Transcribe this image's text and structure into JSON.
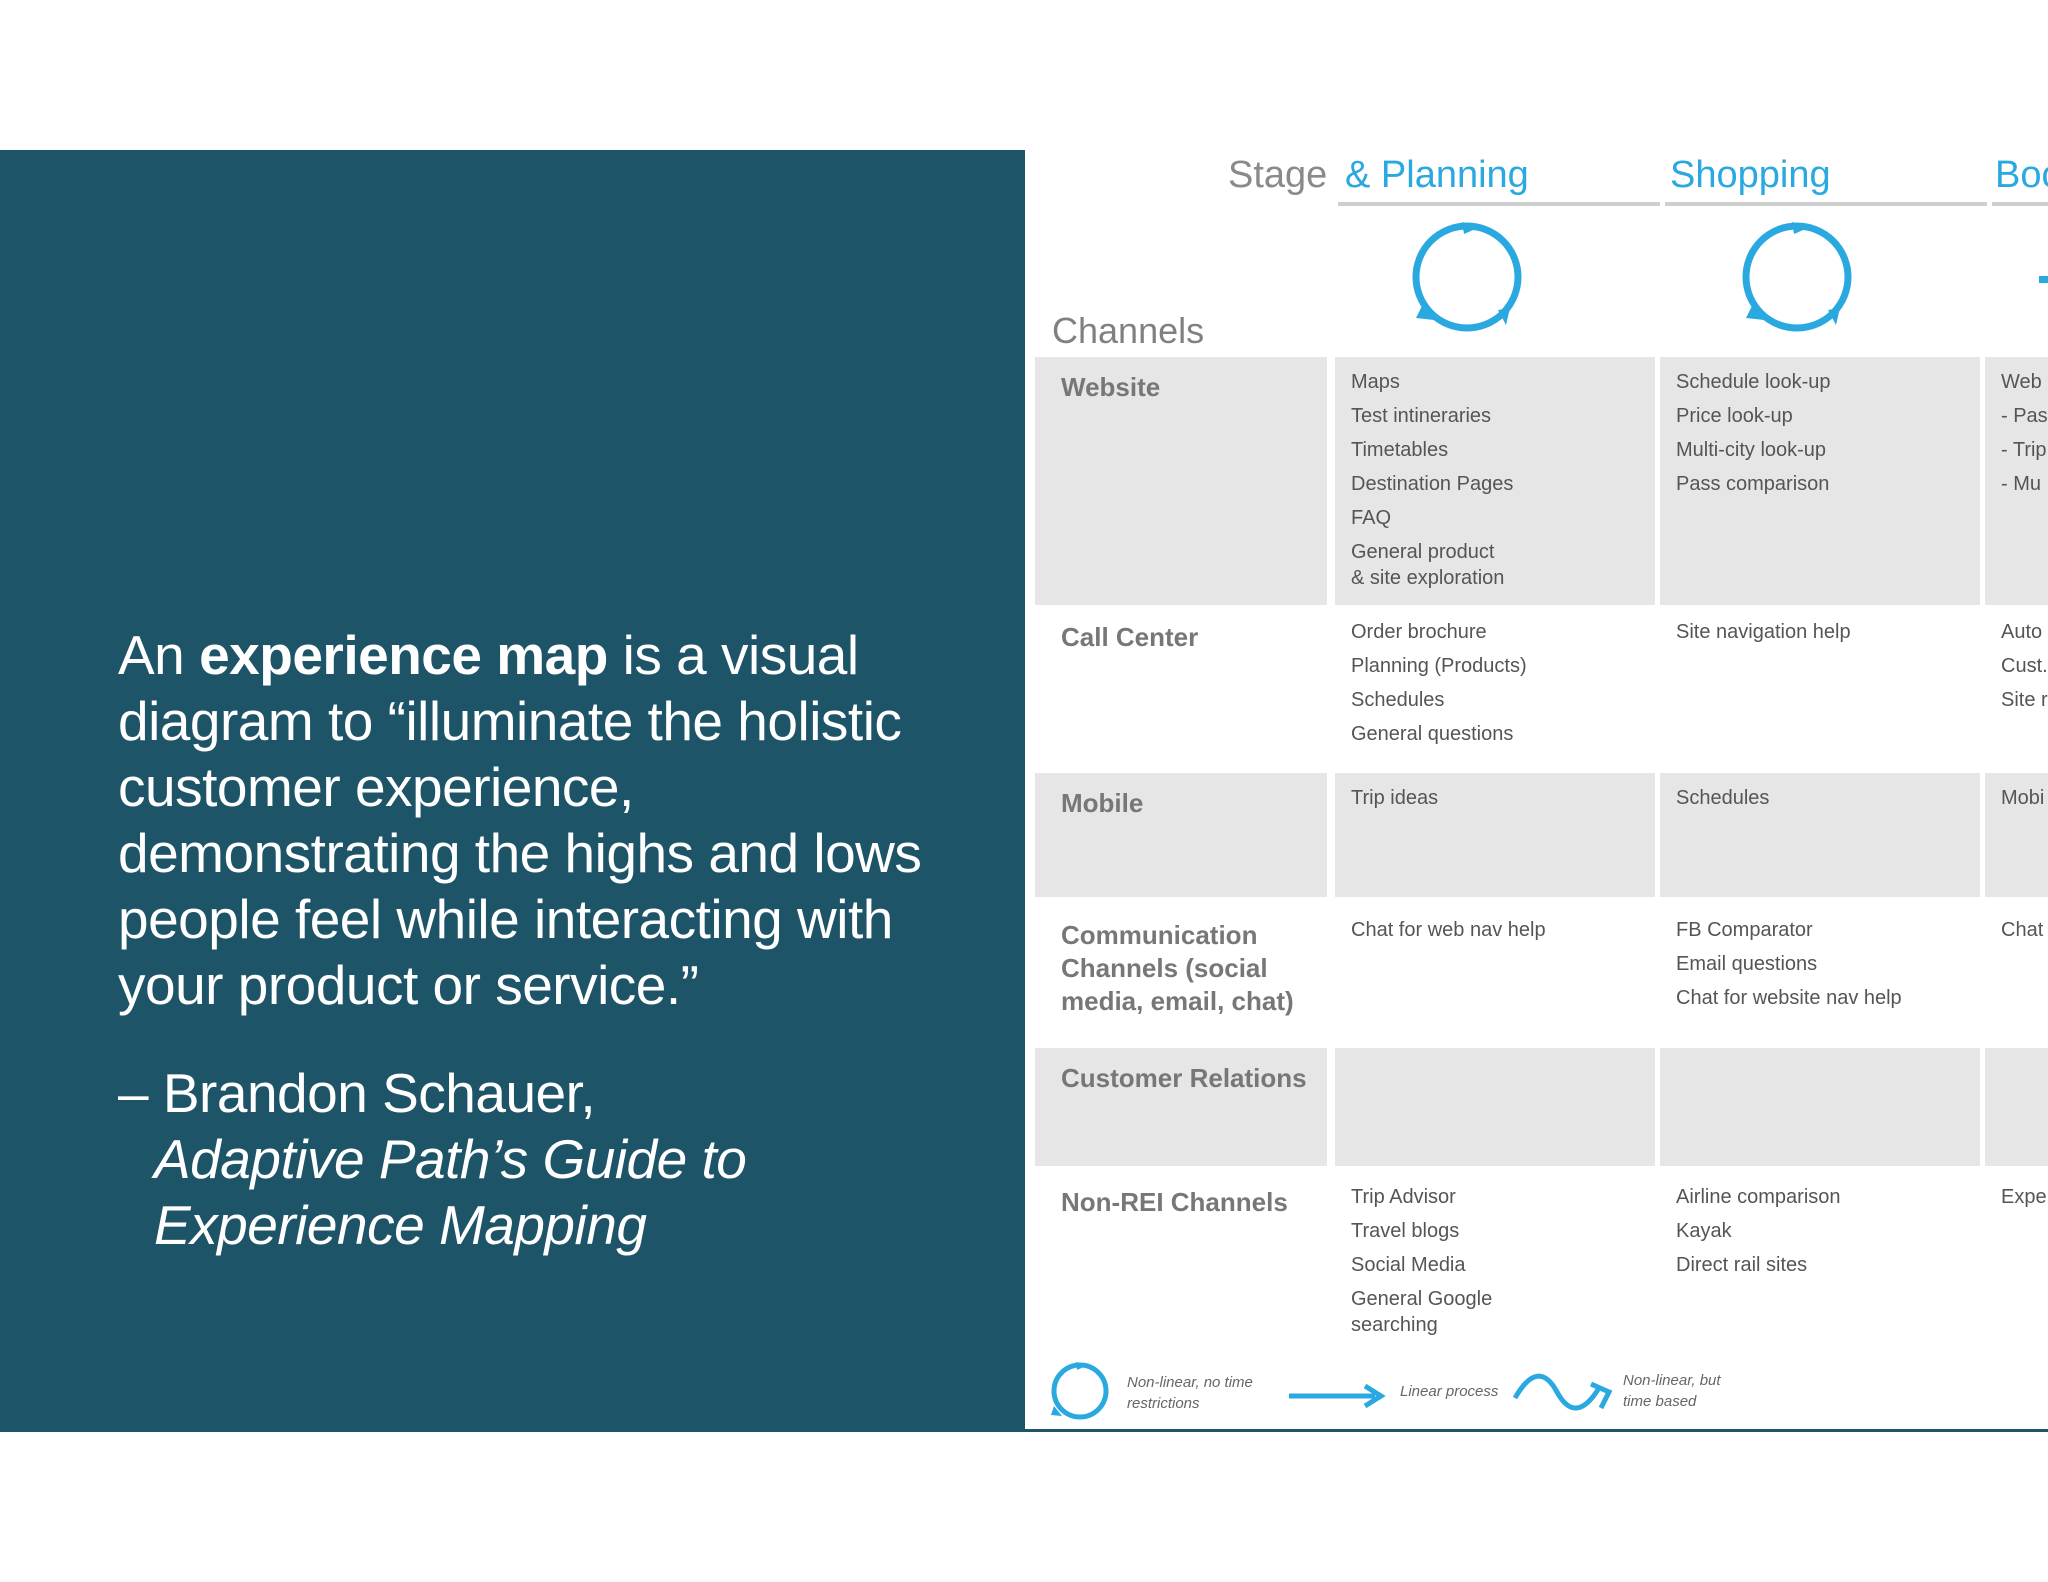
{
  "quote": {
    "pre": "An ",
    "bold": "experience map",
    "post": " is a visual diagram to “illuminate the holistic customer experience, demonstrating the highs and lows people feel while interacting with your product or service.”"
  },
  "attribution": {
    "author": "– Brandon Schauer,",
    "source_line1": "Adaptive Path’s Guide to",
    "source_line2": "Experience Mapping"
  },
  "map": {
    "stage_label": "Stage",
    "channels_label": "Channels",
    "stages": [
      "& Planning",
      "Shopping",
      "Boo"
    ],
    "rows": [
      {
        "label": "Website",
        "cells": [
          [
            "Maps",
            "Test intineraries",
            "Timetables",
            "Destination Pages",
            "FAQ",
            "General product\n& site exploration"
          ],
          [
            "Schedule look-up",
            "Price look-up",
            "Multi-city look-up",
            "Pass comparison"
          ],
          [
            "Web",
            "- Pas",
            "- Trip",
            "- Mu"
          ]
        ]
      },
      {
        "label": "Call Center",
        "cells": [
          [
            "Order brochure",
            "Planning (Products)",
            "Schedules",
            "General questions"
          ],
          [
            "Site navigation help"
          ],
          [
            "Auto",
            "Cust.",
            "Site r"
          ]
        ]
      },
      {
        "label": "Mobile",
        "cells": [
          [
            "Trip ideas"
          ],
          [
            "Schedules"
          ],
          [
            "Mobi"
          ]
        ]
      },
      {
        "label": "Communication Channels (social media, email, chat)",
        "cells": [
          [
            "Chat for web nav help"
          ],
          [
            "FB Comparator",
            "Email questions",
            "Chat for website nav help"
          ],
          [
            "Chat"
          ]
        ]
      },
      {
        "label": "Customer Relations",
        "cells": [
          [],
          [],
          []
        ]
      },
      {
        "label": "Non-REI Channels",
        "cells": [
          [
            "Trip Advisor",
            "Travel blogs",
            "Social Media",
            "General Google\nsearching"
          ],
          [
            "Airline comparison",
            "Kayak",
            "Direct rail sites"
          ],
          [
            "Expe"
          ]
        ]
      }
    ],
    "legend": {
      "cycle": "Non-linear, no time restrictions",
      "linear": "Linear process",
      "wave": "Non-linear, but time based"
    },
    "accent_color": "#2aa8e0",
    "panel_color": "#1e5468"
  }
}
